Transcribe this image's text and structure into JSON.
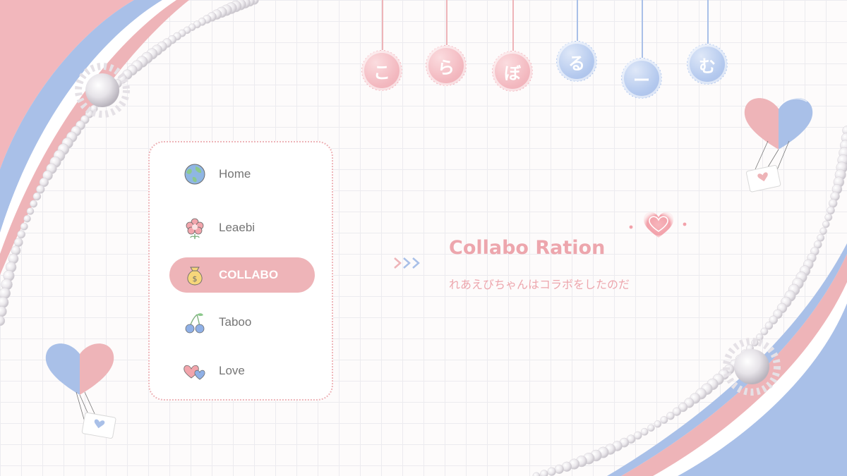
{
  "title_bubbles": [
    {
      "char": "こ",
      "color": "pink"
    },
    {
      "char": "ら",
      "color": "pink"
    },
    {
      "char": "ぼ",
      "color": "pink"
    },
    {
      "char": "る",
      "color": "blue"
    },
    {
      "char": "ー",
      "color": "blue"
    },
    {
      "char": "む",
      "color": "blue"
    }
  ],
  "menu": {
    "items": [
      {
        "label": "Home",
        "icon": "globe-icon",
        "active": false
      },
      {
        "label": "Leaebi",
        "icon": "flower-icon",
        "active": false
      },
      {
        "label": "COLLABO",
        "icon": "money-bag-icon",
        "active": true
      },
      {
        "label": "Taboo",
        "icon": "cherry-icon",
        "active": false
      },
      {
        "label": "Love",
        "icon": "hearts-icon",
        "active": false
      }
    ]
  },
  "heading": {
    "title": "Collabo Ration",
    "subtitle": "れあえびちゃんはコラボをしたのだ"
  },
  "colors": {
    "pink": "#eeb4b8",
    "pink_text": "#eda6ad",
    "blue": "#a9c0e8",
    "grid": "#ecebef"
  }
}
